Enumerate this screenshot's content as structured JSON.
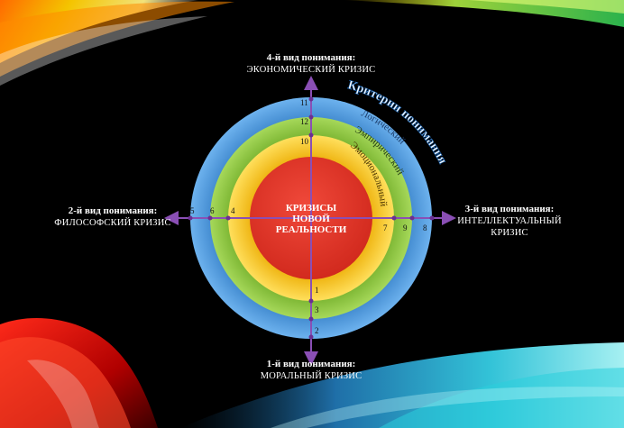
{
  "center": {
    "line1": "КРИЗИСЫ",
    "line2": "НОВОЙ",
    "line3": "РЕАЛЬНОСТИ"
  },
  "criteria_title": "Критерии понимания",
  "ring_labels": {
    "logical": "Логический",
    "empirical": "Эмпирический",
    "emotional": "Эмоциональный"
  },
  "views": {
    "top": {
      "heading": "4-й вид понимания:",
      "line1": "ЭКОНОМИЧЕСКИЙ КРИЗИС"
    },
    "left": {
      "heading": "2-й вид понимания:",
      "line1": "ФИЛОСОФСКИЙ КРИЗИС"
    },
    "right": {
      "heading": "3-й вид понимания:",
      "line1": "ИНТЕЛЛЕКТУАЛЬНЫЙ",
      "line2": "КРИЗИС"
    },
    "bottom": {
      "heading": "1-й вид понимания:",
      "line1": "МОРАЛЬНЫЙ КРИЗИС"
    }
  },
  "numbers": {
    "n1": "1",
    "n2": "2",
    "n3": "3",
    "n4": "4",
    "n5": "5",
    "n6": "6",
    "n7": "7",
    "n8": "8",
    "n9": "9",
    "n10": "10",
    "n11": "11",
    "n12": "12"
  },
  "colors": {
    "background": "#000000",
    "outer_ring": "#4a95d8",
    "middle_ring": "#8cc43c",
    "inner_ring": "#f3c21f",
    "core": "#e63a2c",
    "axis": "#7b3fa0"
  }
}
